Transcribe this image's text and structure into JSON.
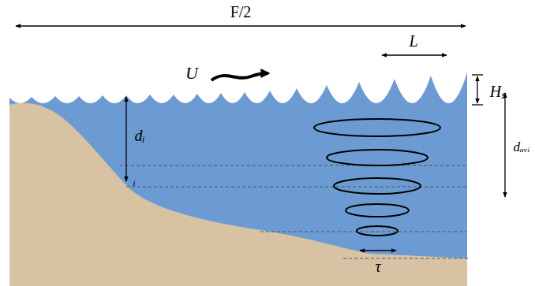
{
  "diagram": {
    "labels": [
      "F/2",
      "U",
      "L",
      "Hₛ",
      "dᵢ",
      "i",
      "dₐᵥᵢ",
      "τ"
    ]
  }
}
